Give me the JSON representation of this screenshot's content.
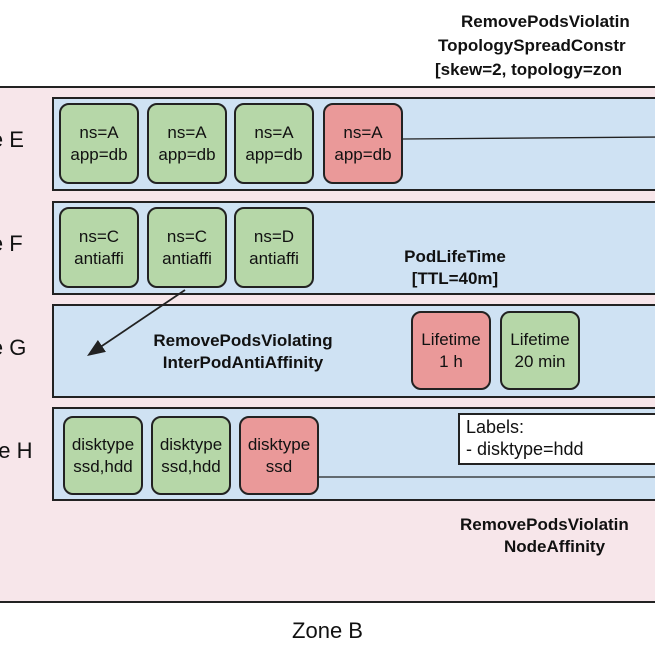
{
  "top_annotation": {
    "line1": "RemovePodsViolatin",
    "line2": "TopologySpreadConstr",
    "line3": "[skew=2, topology=zon"
  },
  "zone": {
    "title": "Zone B"
  },
  "nodes": [
    {
      "label": "le E",
      "pods": [
        {
          "line1": "ns=A",
          "line2": "app=db",
          "color": "green"
        },
        {
          "line1": "ns=A",
          "line2": "app=db",
          "color": "green"
        },
        {
          "line1": "ns=A",
          "line2": "app=db",
          "color": "green"
        },
        {
          "line1": "ns=A",
          "line2": "app=db",
          "color": "red"
        }
      ]
    },
    {
      "label": "le F",
      "pods": [
        {
          "line1": "ns=C",
          "line2": "antiaffi",
          "color": "green"
        },
        {
          "line1": "ns=C",
          "line2": "antiaffi",
          "color": "green"
        },
        {
          "line1": "ns=D",
          "line2": "antiaffi",
          "color": "green"
        }
      ]
    },
    {
      "label": "le G",
      "pods": [
        {
          "line1": "Lifetime",
          "line2": "1 h",
          "color": "red"
        },
        {
          "line1": "Lifetime",
          "line2": "20 min",
          "color": "green"
        }
      ]
    },
    {
      "label": "de H",
      "pods": [
        {
          "line1": "disktype",
          "line2": "ssd,hdd",
          "color": "green"
        },
        {
          "line1": "disktype",
          "line2": "ssd,hdd",
          "color": "green"
        },
        {
          "line1": "disktype",
          "line2": "ssd",
          "color": "red"
        }
      ]
    }
  ],
  "annotations": {
    "podlifetime": {
      "line1": "PodLifeTime",
      "line2": "[TTL=40m]"
    },
    "antiaffinity": {
      "line1": "RemovePodsViolating",
      "line2": "InterPodAntiAffinity"
    },
    "nodeaffinity": {
      "line1": "RemovePodsViolatin",
      "line2": "NodeAffinity"
    }
  },
  "labels_box": {
    "line1": "Labels:",
    "line2": "- disktype=hdd"
  },
  "colors": {
    "zone": "#f7e6ea",
    "node": "#cfe2f3",
    "pod_ok": "#b6d7a8",
    "pod_evict": "#ea9999"
  }
}
